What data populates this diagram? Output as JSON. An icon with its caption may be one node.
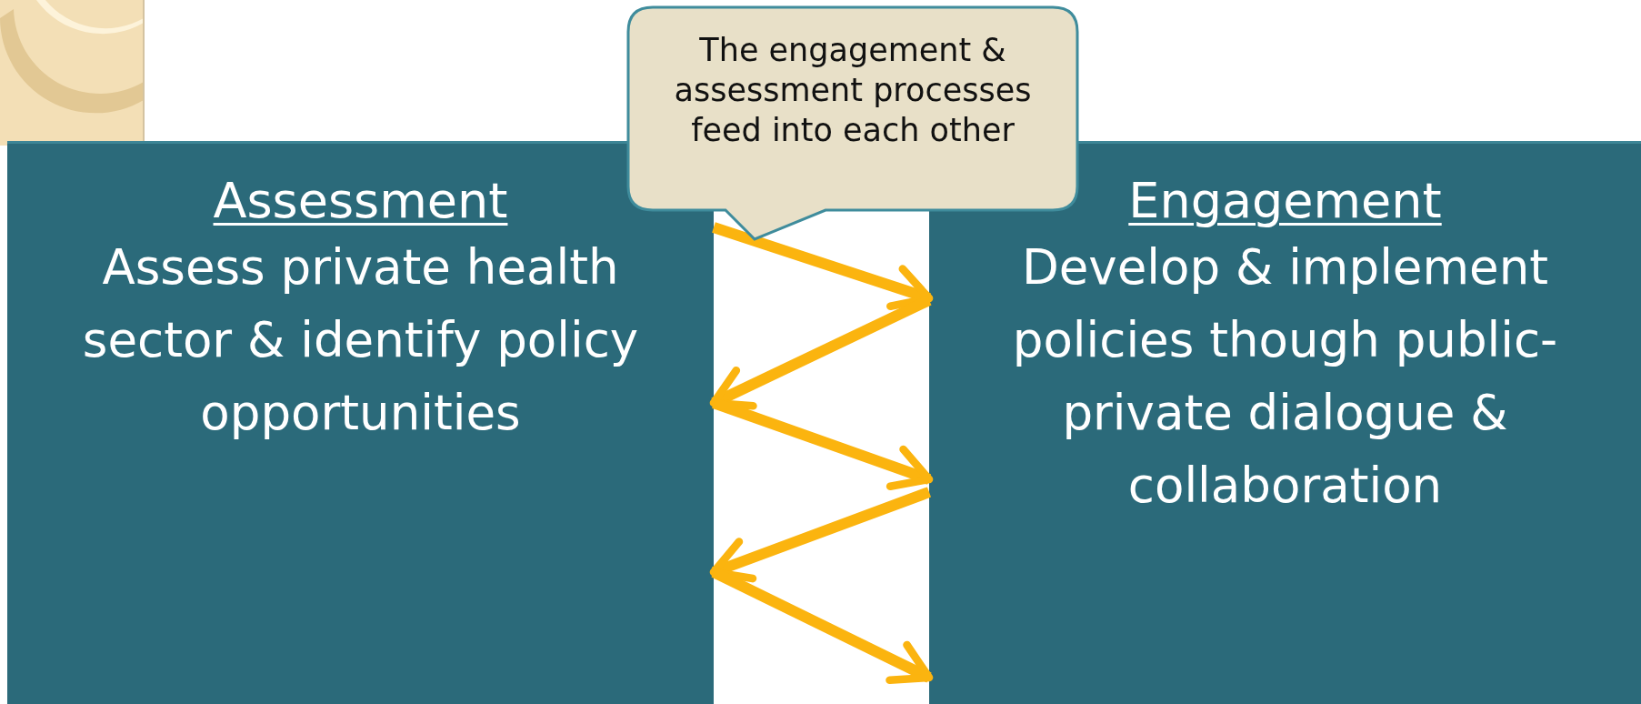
{
  "diagram": {
    "nodes": [
      {
        "text": [
          "Assessment",
          "Assess private health sector & identify policy opportunities"
        ]
      },
      {
        "text": [
          "Engagement",
          "Develop & implement policies though public-private dialogue & collaboration"
        ]
      },
      {
        "text": [
          "The engagement & assessment processes feed into each other"
        ]
      }
    ],
    "edges": [
      {
        "from": 0,
        "to": 1,
        "arrow": "to"
      },
      {
        "from": 1,
        "to": 0,
        "arrow": "to"
      },
      {
        "from": 0,
        "to": 1,
        "arrow": "to"
      },
      {
        "from": 1,
        "to": 0,
        "arrow": "to"
      },
      {
        "from": 0,
        "to": 1,
        "arrow": "to"
      }
    ]
  }
}
